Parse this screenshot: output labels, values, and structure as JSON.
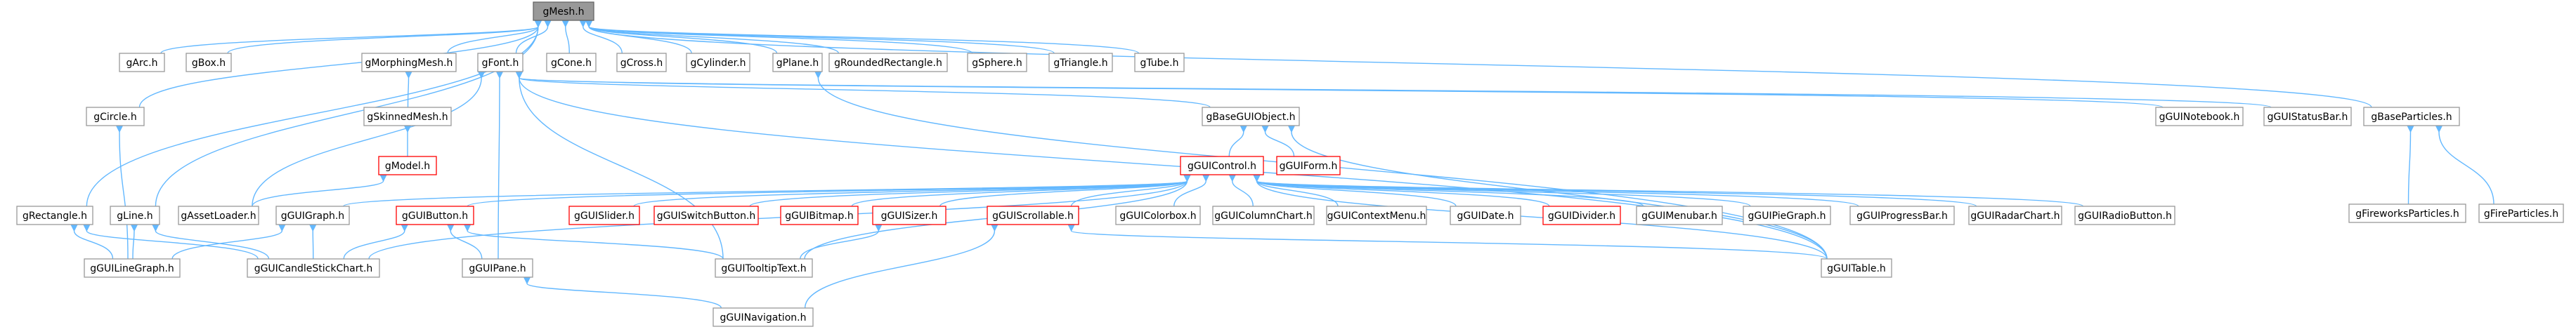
{
  "colors": {
    "edge": "#63B8FF",
    "border": "#999999",
    "fill": "#ffffff",
    "root_fill": "#999999",
    "red_border": "#ff0000",
    "text": "#000000"
  },
  "nodes": [
    {
      "id": "gMesh",
      "label": "gMesh.h",
      "style": "root"
    },
    {
      "id": "gArc",
      "label": "gArc.h"
    },
    {
      "id": "gBox",
      "label": "gBox.h"
    },
    {
      "id": "gMorphingMesh",
      "label": "gMorphingMesh.h"
    },
    {
      "id": "gFont",
      "label": "gFont.h"
    },
    {
      "id": "gCone",
      "label": "gCone.h"
    },
    {
      "id": "gCross",
      "label": "gCross.h"
    },
    {
      "id": "gCylinder",
      "label": "gCylinder.h"
    },
    {
      "id": "gPlane",
      "label": "gPlane.h"
    },
    {
      "id": "gRoundedRectangle",
      "label": "gRoundedRectangle.h"
    },
    {
      "id": "gSphere",
      "label": "gSphere.h"
    },
    {
      "id": "gTriangle",
      "label": "gTriangle.h"
    },
    {
      "id": "gTube",
      "label": "gTube.h"
    },
    {
      "id": "gCircle",
      "label": "gCircle.h"
    },
    {
      "id": "gSkinnedMesh",
      "label": "gSkinnedMesh.h"
    },
    {
      "id": "gBaseGUIObject",
      "label": "gBaseGUIObject.h"
    },
    {
      "id": "gGUINotebook",
      "label": "gGUINotebook.h"
    },
    {
      "id": "gGUIStatusBar",
      "label": "gGUIStatusBar.h"
    },
    {
      "id": "gBaseParticles",
      "label": "gBaseParticles.h"
    },
    {
      "id": "gModel",
      "label": "gModel.h",
      "style": "red"
    },
    {
      "id": "gGUIControl",
      "label": "gGUIControl.h",
      "style": "red"
    },
    {
      "id": "gGUIForm",
      "label": "gGUIForm.h",
      "style": "red"
    },
    {
      "id": "gFireworksParticles",
      "label": "gFireworksParticles.h"
    },
    {
      "id": "gFireParticles",
      "label": "gFireParticles.h"
    },
    {
      "id": "gRectangle",
      "label": "gRectangle.h"
    },
    {
      "id": "gLine",
      "label": "gLine.h"
    },
    {
      "id": "gAssetLoader",
      "label": "gAssetLoader.h"
    },
    {
      "id": "gGUIGraph",
      "label": "gGUIGraph.h"
    },
    {
      "id": "gGUIButton",
      "label": "gGUIButton.h",
      "style": "red"
    },
    {
      "id": "gGUISlider",
      "label": "gGUISlider.h",
      "style": "red"
    },
    {
      "id": "gGUISwitchButton",
      "label": "gGUISwitchButton.h",
      "style": "red"
    },
    {
      "id": "gGUIBitmap",
      "label": "gGUIBitmap.h",
      "style": "red"
    },
    {
      "id": "gGUISizer",
      "label": "gGUISizer.h",
      "style": "red"
    },
    {
      "id": "gGUIScrollable",
      "label": "gGUIScrollable.h",
      "style": "red"
    },
    {
      "id": "gGUIColorbox",
      "label": "gGUIColorbox.h"
    },
    {
      "id": "gGUIColumnChart",
      "label": "gGUIColumnChart.h"
    },
    {
      "id": "gGUIContextMenu",
      "label": "gGUIContextMenu.h"
    },
    {
      "id": "gGUIDate",
      "label": "gGUIDate.h"
    },
    {
      "id": "gGUIDivider",
      "label": "gGUIDivider.h",
      "style": "red"
    },
    {
      "id": "gGUIMenubar",
      "label": "gGUIMenubar.h"
    },
    {
      "id": "gGUIPieGraph",
      "label": "gGUIPieGraph.h"
    },
    {
      "id": "gGUIProgressBar",
      "label": "gGUIProgressBar.h"
    },
    {
      "id": "gGUIRadarChart",
      "label": "gGUIRadarChart.h"
    },
    {
      "id": "gGUIRadioButton",
      "label": "gGUIRadioButton.h"
    },
    {
      "id": "gGUILineGraph",
      "label": "gGUILineGraph.h"
    },
    {
      "id": "gGUICandleStickChart",
      "label": "gGUICandleStickChart.h"
    },
    {
      "id": "gGUIPane",
      "label": "gGUIPane.h"
    },
    {
      "id": "gGUITooltipText",
      "label": "gGUITooltipText.h"
    },
    {
      "id": "gGUITable",
      "label": "gGUITable.h"
    },
    {
      "id": "gGUINavigation",
      "label": "gGUINavigation.h"
    }
  ],
  "edges": [
    [
      "gMesh",
      "gArc"
    ],
    [
      "gMesh",
      "gBox"
    ],
    [
      "gMesh",
      "gMorphingMesh"
    ],
    [
      "gMesh",
      "gFont"
    ],
    [
      "gMesh",
      "gCone"
    ],
    [
      "gMesh",
      "gCross"
    ],
    [
      "gMesh",
      "gCylinder"
    ],
    [
      "gMesh",
      "gPlane"
    ],
    [
      "gMesh",
      "gRoundedRectangle"
    ],
    [
      "gMesh",
      "gSphere"
    ],
    [
      "gMesh",
      "gTriangle"
    ],
    [
      "gMesh",
      "gTube"
    ],
    [
      "gMesh",
      "gCircle"
    ],
    [
      "gMesh",
      "gRectangle"
    ],
    [
      "gMesh",
      "gLine"
    ],
    [
      "gMesh",
      "gBaseParticles"
    ],
    [
      "gMorphingMesh",
      "gSkinnedMesh"
    ],
    [
      "gSkinnedMesh",
      "gModel"
    ],
    [
      "gModel",
      "gAssetLoader"
    ],
    [
      "gFont",
      "gBaseGUIObject"
    ],
    [
      "gFont",
      "gGUINotebook"
    ],
    [
      "gFont",
      "gGUIStatusBar"
    ],
    [
      "gFont",
      "gAssetLoader"
    ],
    [
      "gFont",
      "gGUIPane"
    ],
    [
      "gFont",
      "gGUITooltipText"
    ],
    [
      "gFont",
      "gGUITable"
    ],
    [
      "gPlane",
      "gGUITable"
    ],
    [
      "gBaseGUIObject",
      "gGUIControl"
    ],
    [
      "gBaseGUIObject",
      "gGUIForm"
    ],
    [
      "gBaseGUIObject",
      "gGUITable"
    ],
    [
      "gBaseParticles",
      "gFireworksParticles"
    ],
    [
      "gBaseParticles",
      "gFireParticles"
    ],
    [
      "gGUIControl",
      "gGUIGraph"
    ],
    [
      "gGUIControl",
      "gGUIButton"
    ],
    [
      "gGUIControl",
      "gGUISlider"
    ],
    [
      "gGUIControl",
      "gGUISwitchButton"
    ],
    [
      "gGUIControl",
      "gGUIBitmap"
    ],
    [
      "gGUIControl",
      "gGUISizer"
    ],
    [
      "gGUIControl",
      "gGUIScrollable"
    ],
    [
      "gGUIControl",
      "gGUIColorbox"
    ],
    [
      "gGUIControl",
      "gGUIColumnChart"
    ],
    [
      "gGUIControl",
      "gGUIContextMenu"
    ],
    [
      "gGUIControl",
      "gGUIDate"
    ],
    [
      "gGUIControl",
      "gGUIDivider"
    ],
    [
      "gGUIControl",
      "gGUIMenubar"
    ],
    [
      "gGUIControl",
      "gGUIPieGraph"
    ],
    [
      "gGUIControl",
      "gGUIProgressBar"
    ],
    [
      "gGUIControl",
      "gGUIRadarChart"
    ],
    [
      "gGUIControl",
      "gGUIRadioButton"
    ],
    [
      "gGUIControl",
      "gGUICandleStickChart"
    ],
    [
      "gGUIControl",
      "gGUITooltipText"
    ],
    [
      "gGUIControl",
      "gGUITable"
    ],
    [
      "gCircle",
      "gGUILineGraph"
    ],
    [
      "gRectangle",
      "gGUILineGraph"
    ],
    [
      "gRectangle",
      "gGUICandleStickChart"
    ],
    [
      "gLine",
      "gGUILineGraph"
    ],
    [
      "gLine",
      "gGUICandleStickChart"
    ],
    [
      "gGUIGraph",
      "gGUILineGraph"
    ],
    [
      "gGUIGraph",
      "gGUICandleStickChart"
    ],
    [
      "gGUIButton",
      "gGUICandleStickChart"
    ],
    [
      "gGUIButton",
      "gGUIPane"
    ],
    [
      "gGUIButton",
      "gGUITooltipText"
    ],
    [
      "gGUISizer",
      "gGUITooltipText"
    ],
    [
      "gGUIScrollable",
      "gGUITable"
    ],
    [
      "gGUIScrollable",
      "gGUINavigation"
    ],
    [
      "gGUIPane",
      "gGUINavigation"
    ]
  ]
}
